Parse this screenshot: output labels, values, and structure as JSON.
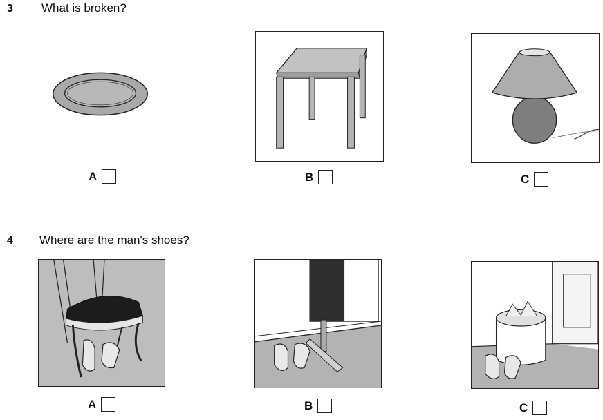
{
  "questions": [
    {
      "number": "3",
      "text": "What is broken?",
      "options": [
        {
          "letter": "A",
          "picture_icon": "plate-icon"
        },
        {
          "letter": "B",
          "picture_icon": "table-icon"
        },
        {
          "letter": "C",
          "picture_icon": "lamp-icon"
        }
      ]
    },
    {
      "number": "4",
      "text": "Where are the man's shoes?",
      "options": [
        {
          "letter": "A",
          "picture_icon": "shoes-under-chair-icon"
        },
        {
          "letter": "B",
          "picture_icon": "shoes-by-speaker-icon"
        },
        {
          "letter": "C",
          "picture_icon": "shoes-by-bin-icon"
        }
      ]
    }
  ]
}
